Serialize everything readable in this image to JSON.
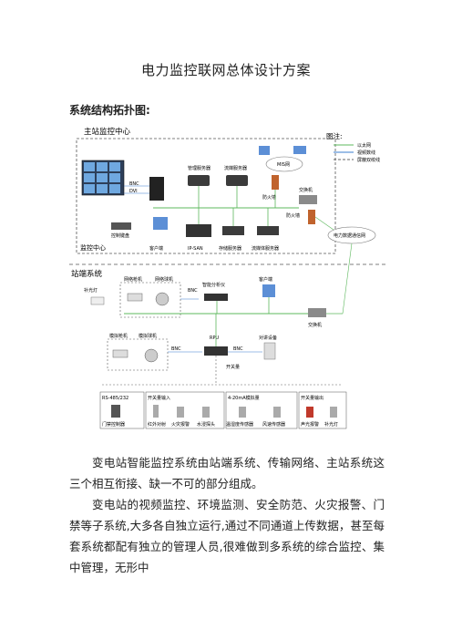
{
  "doc": {
    "title": "电力监控联网总体设计方案",
    "section_heading": "系统结构拓扑图:",
    "paragraphs": [
      "变电站智能监控系统由站端系统、传输网络、主站系统这三个相互衔接、缺一不可的部分组成。",
      "变电站的视频监控、环境监测、安全防范、火灾报警、门禁等子系统,大多各自独立运行,通过不同通道上传数据，甚至每套系统都配有独立的管理人员,很难做到多系统的综合监控、集中管理，无形中"
    ]
  },
  "diagram": {
    "main_center": "主站监控中心",
    "legend_title": "图注:",
    "legend": [
      "以太网",
      "视频数线",
      "屏蔽双绞线"
    ],
    "mgmt_server": "管理服务器",
    "stream_server": "流媒服务器",
    "mis_net": "MIS网",
    "bnc": "BNC",
    "dvi": "DVI",
    "switch": "交换机",
    "firewall": "防火墙",
    "keyboard": "控制键盘",
    "client": "客户端",
    "ipsan": "IP-SAN",
    "storage_server": "存储服务器",
    "media_server": "流媒体服务器",
    "monitor_center": "监控中心",
    "power_net": "电力数据通信网",
    "station_system": "站端系统",
    "net_camera": "网络枪机",
    "net_dome": "网络球机",
    "fill_light": "补光灯",
    "smart_analyzer": "智能分析仪",
    "analog_camera": "模拟枪机",
    "analog_dome": "模拟球机",
    "rpu": "RPU",
    "intercom": "对讲设备",
    "switch_qty": "开关量",
    "rs485": "RS-485/232",
    "switch_in": "开关量输入",
    "analog_in": "4-20mA模拟量",
    "switch_out": "开关量输出",
    "door_controller": "门禁控制器",
    "ir_beam": "红外对射",
    "fire_alarm": "火灾报警",
    "water_sensor": "水浸探头",
    "temp_sensor": "温湿度传感器",
    "wind_sensor": "风速传感器",
    "sound_light": "声光报警",
    "fill_light2": "补光灯"
  }
}
